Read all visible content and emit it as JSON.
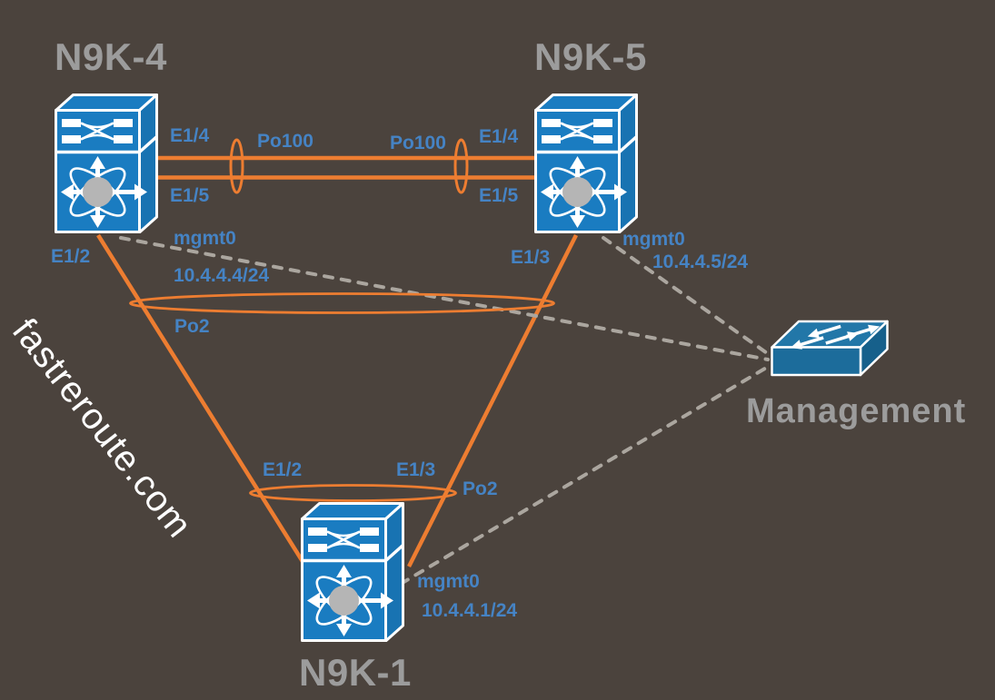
{
  "watermark": "fastreroute.com",
  "nodes": {
    "n9k4": {
      "title": "N9K-4"
    },
    "n9k5": {
      "title": "N9K-5"
    },
    "n9k1": {
      "title": "N9K-1"
    },
    "management": {
      "title": "Management"
    }
  },
  "labels": {
    "n9k4_e14": "E1/4",
    "n9k4_e15": "E1/5",
    "n9k4_e12": "E1/2",
    "n9k4_mgmt0": "mgmt0",
    "n9k4_ip": "10.4.4.4/24",
    "n9k5_e14": "E1/4",
    "n9k5_e15": "E1/5",
    "n9k5_e13": "E1/3",
    "n9k5_mgmt0": "mgmt0",
    "n9k5_ip": "10.4.4.5/24",
    "n9k1_e12": "E1/2",
    "n9k1_e13": "E1/3",
    "n9k1_mgmt0": "mgmt0",
    "n9k1_ip": "10.4.4.1/24",
    "po100_left": "Po100",
    "po100_right": "Po100",
    "po2_top": "Po2",
    "po2_bottom": "Po2"
  },
  "icons": {
    "n9k4": "nexus-switch-icon",
    "n9k5": "nexus-switch-icon",
    "n9k1": "nexus-switch-icon",
    "management": "workgroup-switch-icon"
  },
  "colors": {
    "background": "#4B433D",
    "link_orange": "#ED7D31",
    "label_blue": "#4583C4",
    "title_gray": "#9C9C9C",
    "dashed_gray": "#ABA69F",
    "nexus_switch_blue": "#1A7CC1",
    "mgmt_switch_blue": "#2277A8",
    "watermark_white": "#FFFFFF"
  }
}
